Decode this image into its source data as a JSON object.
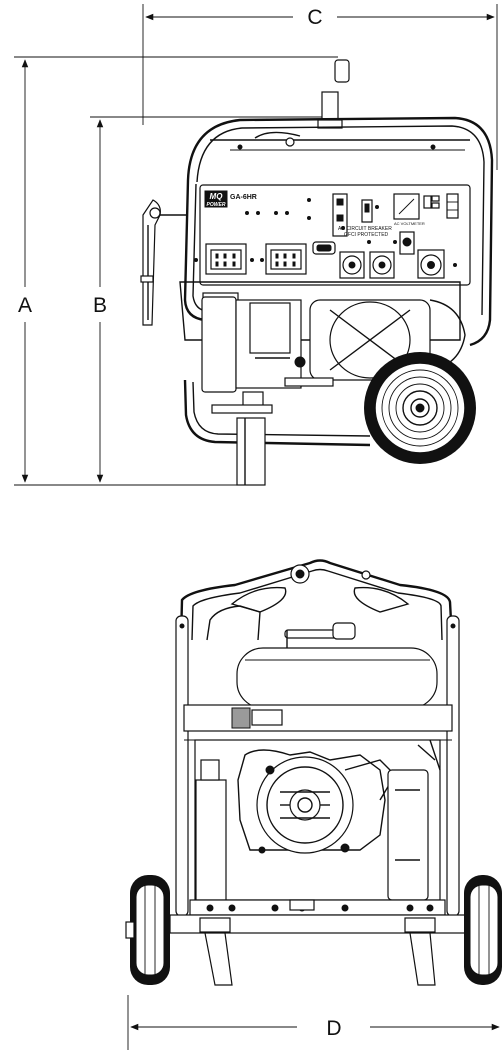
{
  "dimensions": {
    "a": "A",
    "b": "B",
    "c": "C",
    "d": "D"
  },
  "panel": {
    "brand_top": "MQ",
    "brand_bottom": "POWER",
    "model": "GA-6HR",
    "breaker_line1": "AC CIRCUIT BREAKER",
    "breaker_line2": "GFCI PROTECTED",
    "meter_label": "AC VOLTMETER"
  }
}
